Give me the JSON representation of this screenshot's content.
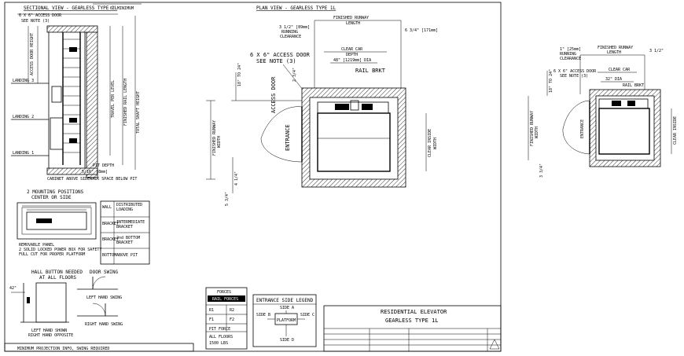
{
  "sheet": {
    "title_line1": "RESIDENTIAL ELEVATOR",
    "title_line2": "GEARLESS TYPE 1L"
  },
  "section": {
    "title": "SECTIONAL VIEW - GEARLESS TYPE 1L",
    "access_door": "6 X 6\" ACCESS DOOR",
    "see_note": "SEE NOTE (3)",
    "pit_depth": "PIT DEPTH",
    "cabinet_note": "CABINET ABOVE SIDEWALK SPACE BELOW PIT"
  },
  "plan": {
    "title": "PLAN VIEW - GEARLESS TYPE 1L",
    "access_door": "6 X 6\" ACCESS DOOR",
    "see_note": "SEE NOTE (3)",
    "rail_bkt": "RAIL BRKT",
    "access_door_vertical": "ACCESS DOOR",
    "entrance": "ENTRANCE",
    "finished_runway": "FINISHED RUNWAY",
    "length": "LENGTH",
    "clear_car": "CLEAR CAR",
    "depth": "DEPTH",
    "clear_inside": "CLEAR INSIDE",
    "dim_side": "5 3/4\""
  },
  "mounting": {
    "title_line1": "2 MOUNTING POSITIONS",
    "title_line2": "CENTER OR SIDE"
  },
  "hall_button": {
    "title_line1": "HALL BUTTON NEEDED",
    "title_line2": "AT ALL FLOORS",
    "caption_line1": "LEFT HAND SHOWN",
    "caption_line2": "RIGHT HAND OPPOSITE"
  },
  "door_swing": {
    "title": "DOOR SWING",
    "left": "LEFT HAND SWING",
    "right": "RIGHT HAND SWING"
  },
  "forces": {
    "title": "FORCES",
    "rail": "RAIL FORCES"
  },
  "legend": {
    "title": "ENTRANCE SIDE LEGEND",
    "side_a": "SIDE A",
    "side_b": "SIDE B",
    "side_c": "SIDE C",
    "side_d": "SIDE D",
    "platform": "PLATFORM"
  },
  "footer_note": "MINIMUM PROJECTION INFO, SWING REQUIRED"
}
